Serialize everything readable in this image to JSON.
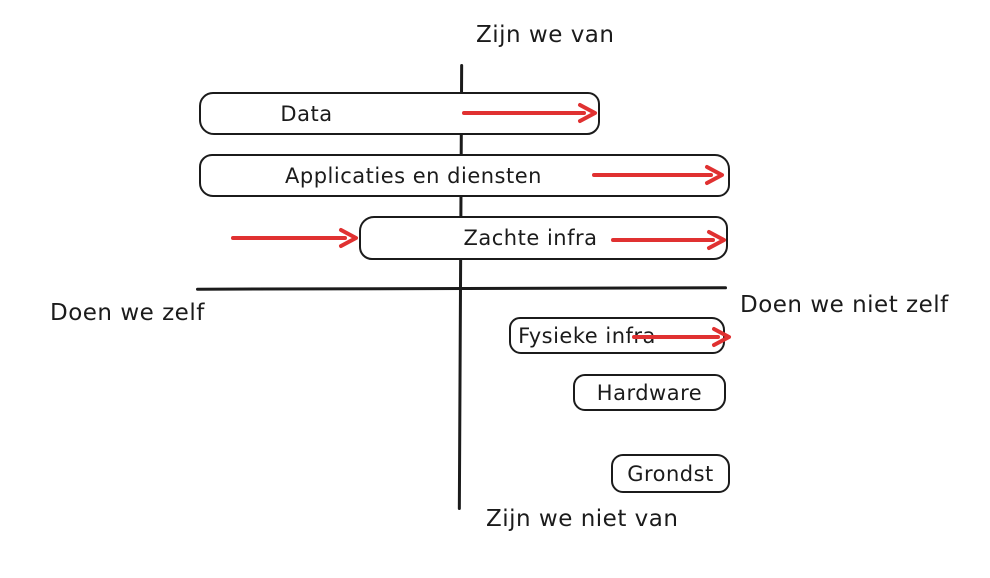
{
  "diagram": {
    "title": "sourcing quadrant sketch",
    "axis_labels": {
      "top": "Zijn we van",
      "bottom": "Zijn we niet van",
      "left": "Doen we zelf",
      "right": "Doen we niet zelf"
    },
    "boxes": [
      {
        "label": "Data"
      },
      {
        "label": "Applicaties en diensten"
      },
      {
        "label": "Zachte infra"
      },
      {
        "label": "Fysieke infra"
      },
      {
        "label": "Hardware"
      },
      {
        "label": "Grondst"
      }
    ],
    "colors": {
      "arrow": "#e03131",
      "ink": "#1b1b1b"
    }
  }
}
